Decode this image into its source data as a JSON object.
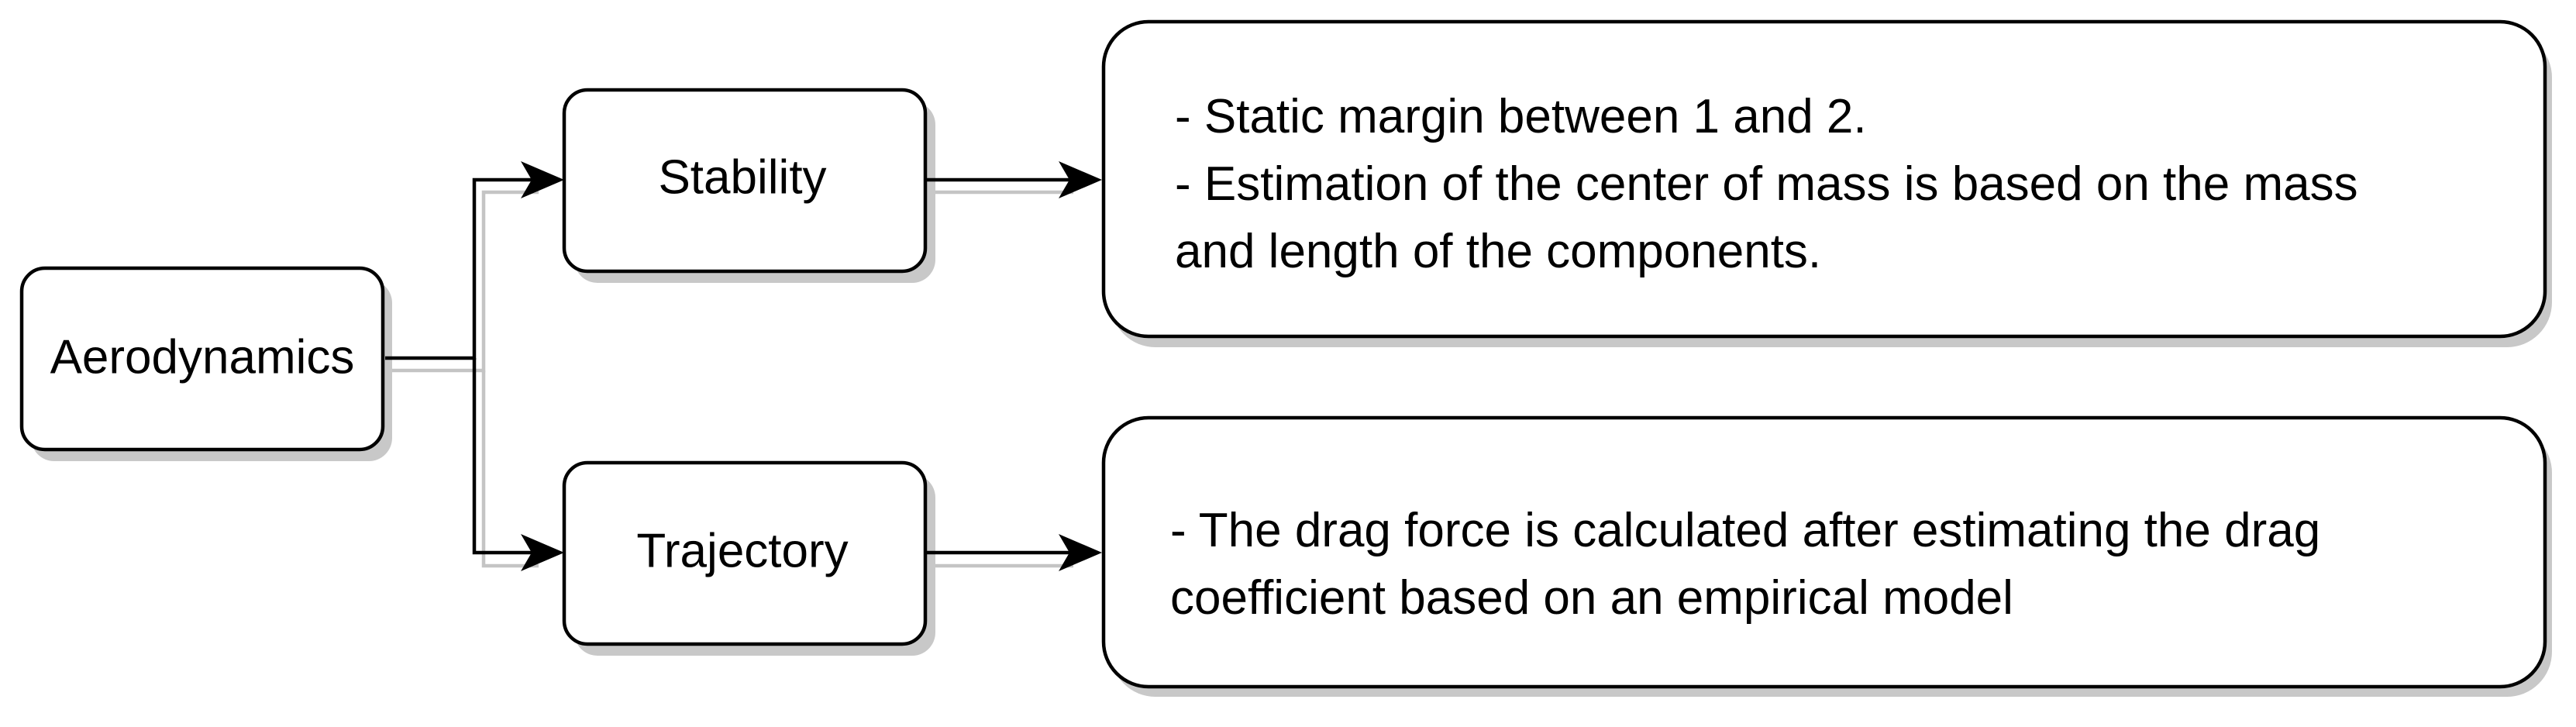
{
  "nodes": {
    "aerodynamics": {
      "label": "Aerodynamics"
    },
    "stability": {
      "label": "Stability"
    },
    "trajectory": {
      "label": "Trajectory"
    },
    "stability_notes": {
      "lines": [
        "- Static margin between 1 and 2.",
        "- Estimation of the center of mass is based on the mass",
        "and length of the components."
      ]
    },
    "trajectory_notes": {
      "lines": [
        "- The drag force is calculated after estimating the drag",
        "coefficient based on an empirical model"
      ]
    }
  },
  "colors": {
    "stroke": "#000000",
    "fill": "#ffffff",
    "shadow": "#c8c8c8"
  }
}
